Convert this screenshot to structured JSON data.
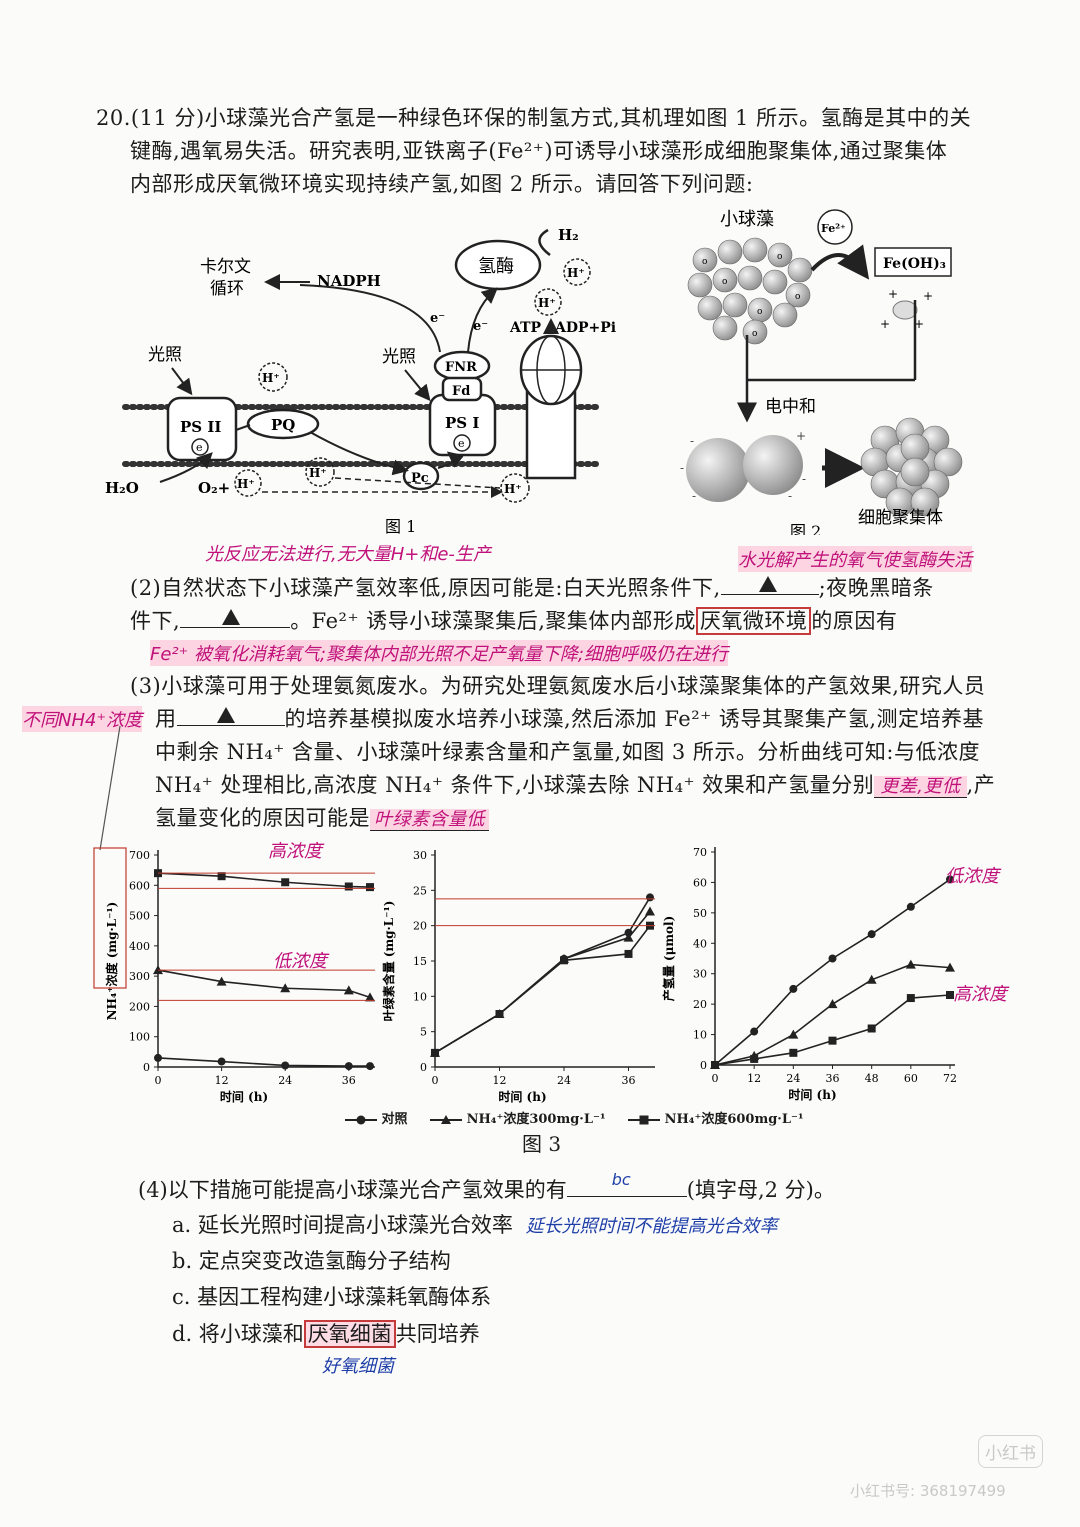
{
  "question": {
    "line1": "20.(11 分)小球藻光合产氢是一种绿色环保的制氢方式,其机理如图 1 所示。氢酶是其中的关",
    "line2": "键酶,遇氧易失活。研究表明,亚铁离子(Fe²⁺)可诱导小球藻形成细胞聚集体,通过聚集体",
    "line3": "内部形成厌氧微环境实现持续产氢,如图 2 所示。请回答下列问题:"
  },
  "fig1": {
    "calvin_l1": "卡尔文",
    "calvin_l2": "循环",
    "nadph": "NADPH",
    "hydrogenase": "氢酶",
    "h2": "H₂",
    "light1": "光照",
    "light2": "光照",
    "ps2": "PS II",
    "pq": "PQ",
    "ps1": "PS I",
    "fnr": "FNR",
    "fd": "Fd",
    "pc": "Pc",
    "atp": "ATP",
    "adp": "ADP+Pi",
    "h2o": "H₂O",
    "o2": "O₂+",
    "hplus": "H⁺",
    "eminus": "e⁻",
    "e": "e",
    "caption": "图 1"
  },
  "fig2": {
    "chlorella": "小球藻",
    "fe2": "Fe²⁺",
    "feoh3": "Fe(OH)₃",
    "neutral": "电中和",
    "aggregate": "细胞聚集体",
    "caption": "图 2"
  },
  "q2": {
    "l1a": "(2)自然状态下小球藻产氢效率低,原因可能是:白天光照条件下,",
    "l1b": ";夜晚黑暗条",
    "l2a": "件下,",
    "l2b": "。Fe²⁺ 诱导小球藻聚集后,聚集体内部形成",
    "l2box": "厌氧微环境",
    "l2c": "的原因有",
    "hw_top": "光反应无法进行,无大量H+和e-生产",
    "hw_right": "水光解产生的氧气使氢酶失活",
    "hw_bottom": "Fe²⁺ 被氧化消耗氧气;聚集体内部光照不足产氧量下降;细胞呼吸仍在进行"
  },
  "q3": {
    "l1": "(3)小球藻可用于处理氨氮废水。为研究处理氨氮废水后小球藻聚集体的产氢效果,研究人员",
    "l2a": "用",
    "l2b": "的培养基模拟废水培养小球藻,然后添加 Fe²⁺ 诱导其聚集产氢,测定培养基",
    "l3": "中剩余 NH₄⁺ 含量、小球藻叶绿素含量和产氢量,如图 3 所示。分析曲线可知:与低浓度",
    "l4a": "NH₄⁺ 处理相比,高浓度 NH₄⁺ 条件下,小球藻去除 NH₄⁺ 效果和产氢量分别",
    "l4hw": "更差,更低",
    "l4b": ",产",
    "l5a": "氢量变化的原因可能是",
    "l5hw": "叶绿素含量低",
    "hw_left": "不同NH4⁺浓度"
  },
  "chart_data": [
    {
      "type": "line",
      "ylabel": "NH₄⁺浓度 (mg·L⁻¹)",
      "xlabel": "时间 (h)",
      "ylim": [
        0,
        700
      ],
      "xlim": [
        0,
        40
      ],
      "yticks": [
        0,
        100,
        200,
        300,
        400,
        500,
        600,
        700
      ],
      "xticks": [
        0,
        12,
        24,
        36
      ],
      "series": [
        {
          "name": "对照",
          "marker": "circle",
          "x": [
            0,
            12,
            24,
            36,
            40
          ],
          "y": [
            30,
            18,
            5,
            3,
            3
          ]
        },
        {
          "name": "NH₄⁺浓度300mg·L⁻¹",
          "marker": "triangle",
          "x": [
            0,
            12,
            24,
            36,
            40
          ],
          "y": [
            320,
            282,
            260,
            253,
            230
          ]
        },
        {
          "name": "NH₄⁺浓度600mg·L⁻¹",
          "marker": "square",
          "x": [
            0,
            12,
            24,
            36,
            40
          ],
          "y": [
            640,
            630,
            610,
            596,
            594
          ]
        }
      ],
      "annotations": [
        "高浓度",
        "低浓度"
      ]
    },
    {
      "type": "line",
      "ylabel": "叶绿素含量 (mg·L⁻¹)",
      "xlabel": "时间 (h)",
      "ylim": [
        0,
        30
      ],
      "xlim": [
        0,
        40
      ],
      "yticks": [
        0,
        5,
        10,
        15,
        20,
        25,
        30
      ],
      "xticks": [
        0,
        12,
        24,
        36
      ],
      "series": [
        {
          "name": "对照",
          "marker": "circle",
          "x": [
            0,
            12,
            24,
            36,
            40
          ],
          "y": [
            2,
            7.5,
            15.3,
            19,
            24
          ]
        },
        {
          "name": "NH₄⁺浓度300mg·L⁻¹",
          "marker": "triangle",
          "x": [
            0,
            12,
            24,
            36,
            40
          ],
          "y": [
            2,
            7.5,
            15.3,
            18.3,
            22
          ]
        },
        {
          "name": "NH₄⁺浓度600mg·L⁻¹",
          "marker": "square",
          "x": [
            0,
            12,
            24,
            36,
            40
          ],
          "y": [
            2,
            7.5,
            15.1,
            16,
            20
          ]
        }
      ]
    },
    {
      "type": "line",
      "ylabel": "产氢量 (μmol)",
      "xlabel": "时间 (h)",
      "ylim": [
        0,
        70
      ],
      "xlim": [
        0,
        72
      ],
      "yticks": [
        0,
        10,
        20,
        30,
        40,
        50,
        60,
        70
      ],
      "xticks": [
        0,
        12,
        24,
        36,
        48,
        60,
        72
      ],
      "series": [
        {
          "name": "对照",
          "marker": "circle",
          "x": [
            0,
            12,
            24,
            36,
            48,
            60,
            72
          ],
          "y": [
            0,
            11,
            25,
            35,
            43,
            52,
            61
          ]
        },
        {
          "name": "NH₄⁺浓度300mg·L⁻¹",
          "marker": "triangle",
          "x": [
            0,
            12,
            24,
            36,
            48,
            60,
            72
          ],
          "y": [
            0,
            3,
            10,
            20,
            28,
            33,
            32
          ]
        },
        {
          "name": "NH₄⁺浓度600mg·L⁻¹",
          "marker": "square",
          "x": [
            0,
            12,
            24,
            36,
            48,
            60,
            72
          ],
          "y": [
            0,
            2,
            4,
            8,
            12,
            22,
            23
          ]
        }
      ],
      "annotations": [
        "低浓度",
        "高浓度"
      ]
    }
  ],
  "legend": [
    "对照",
    "NH₄⁺浓度300mg·L⁻¹",
    "NH₄⁺浓度600mg·L⁻¹"
  ],
  "fig3_caption": "图 3",
  "q4": {
    "stem_a": "(4)以下措施可能提高小球藻光合产氢效果的有",
    "stem_hw": "bc",
    "stem_b": "(填字母,2 分)。",
    "a": "a. 延长光照时间提高小球藻光合效率",
    "a_hw": "延长光照时间不能提高光合效率",
    "b": "b. 定点突变改造氢酶分子结构",
    "c": "c. 基因工程构建小球藻耗氧酶体系",
    "d_pre": "d. 将小球藻和",
    "d_box": "厌氧细菌",
    "d_post": "共同培养",
    "d_hw": "好氧细菌"
  },
  "watermark": {
    "logo": "小红书",
    "id": "小红书号: 3681974​99"
  }
}
